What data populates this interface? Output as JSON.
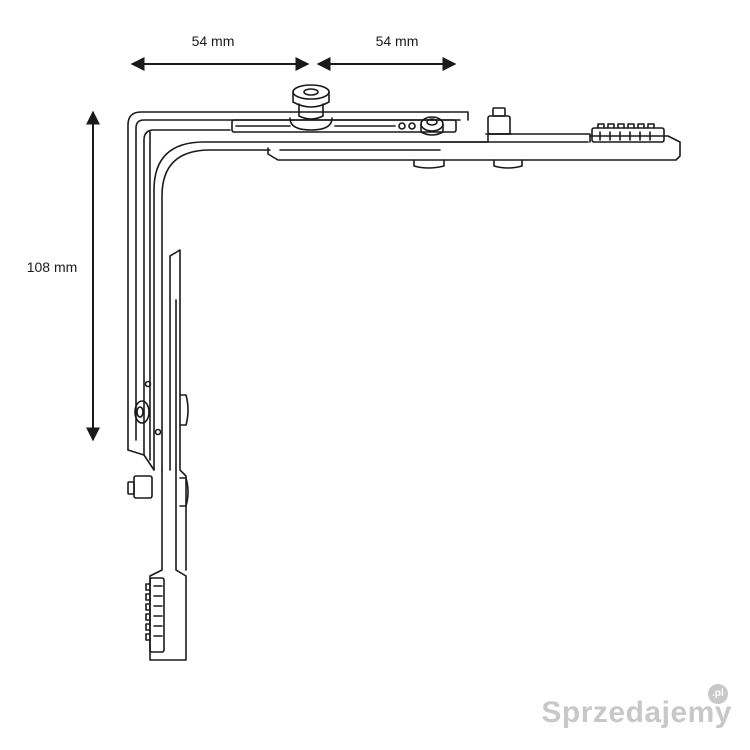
{
  "dimensions": {
    "top_left": "54 mm",
    "top_right": "54 mm",
    "left_vertical": "108 mm"
  },
  "watermark": {
    "text": "Sprzedajemy",
    "badge": ".pl"
  },
  "colors": {
    "line": "#1a1a1a",
    "watermark": "#c8c8c8"
  }
}
